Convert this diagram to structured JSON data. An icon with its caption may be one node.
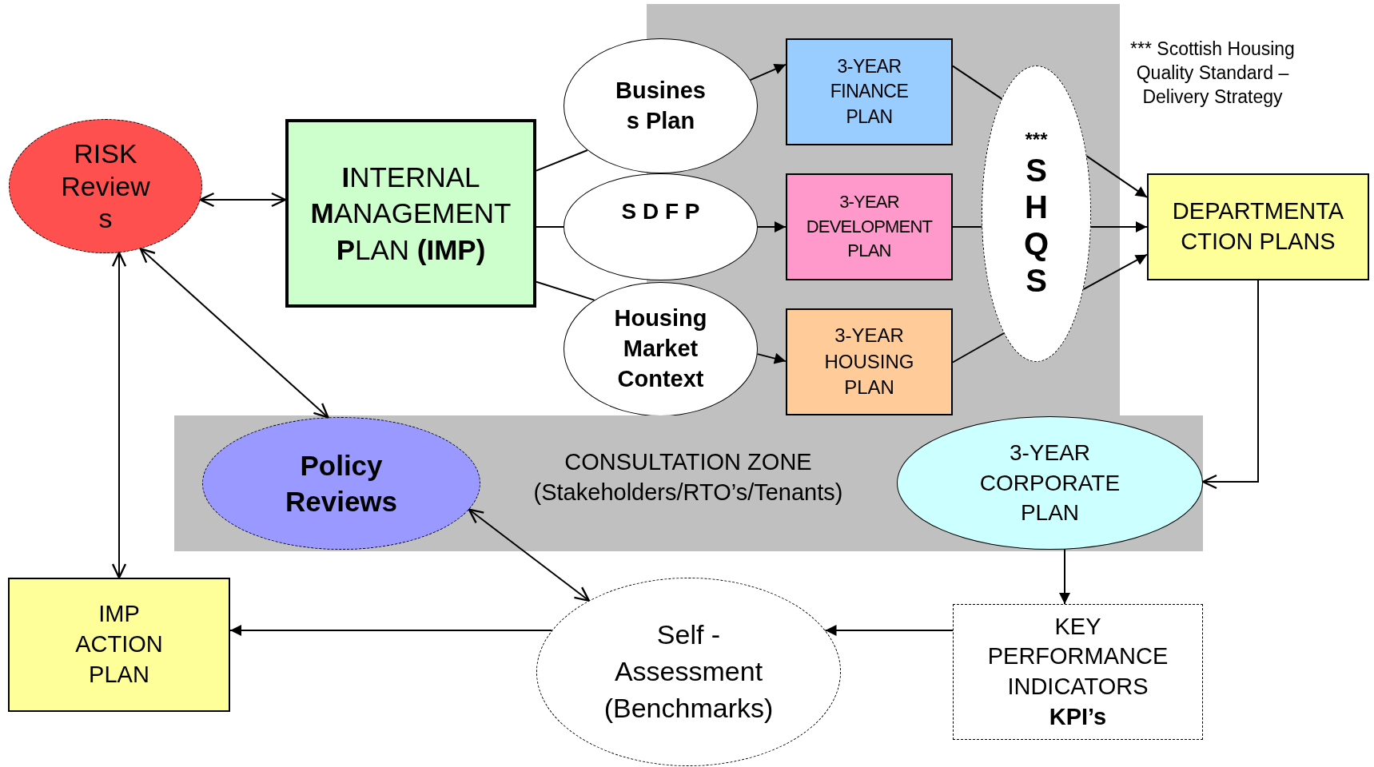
{
  "diagram": {
    "nodes": [
      {
        "text": [
          "RISK Review s"
        ]
      },
      {
        "text": [
          "**I**NTERNAL **M**ANAGEMENT **P**LAN **(IMP)**"
        ]
      },
      {
        "text": [
          "Busines s Plan"
        ]
      },
      {
        "text": [
          "S D F P"
        ]
      },
      {
        "text": [
          "Housing Market Context"
        ]
      },
      {
        "text": [
          "3-YEAR FINANCE PLAN"
        ]
      },
      {
        "text": [
          "3-YEAR DEVELOPMENT PLAN"
        ]
      },
      {
        "text": [
          "3-YEAR HOUSING PLAN"
        ]
      },
      {
        "text": [
          "***",
          "SHQS"
        ]
      },
      {
        "text": [
          "DEPARTMENTA CTION PLANS"
        ]
      },
      {
        "text": [
          "CONSULTATION ZONE (Stakeholders/RTO’s/Tenants)"
        ]
      },
      {
        "text": [
          "Policy Reviews"
        ],
        "in": 10
      },
      {
        "text": [
          "3-YEAR CORPORATE PLAN"
        ],
        "in": 10
      },
      {
        "text": [
          "KEY PERFORMANCE INDICATORS **KPI’s**"
        ]
      },
      {
        "text": [
          "Self - Assessment (Benchmarks)"
        ]
      },
      {
        "text": [
          "IMP ACTION PLAN"
        ]
      }
    ],
    "edges": [
      {
        "from": 0,
        "to": 1,
        "arrow": "both"
      },
      {
        "from": 1,
        "to": 2,
        "arrow": "none"
      },
      {
        "from": 1,
        "to": 3,
        "arrow": "none"
      },
      {
        "from": 1,
        "to": 4,
        "arrow": "none"
      },
      {
        "from": 2,
        "to": 5,
        "arrow": "to"
      },
      {
        "from": 3,
        "to": 6,
        "arrow": "to"
      },
      {
        "from": 4,
        "to": 7,
        "arrow": "to"
      },
      {
        "from": 5,
        "to": 8,
        "arrow": "none"
      },
      {
        "from": 6,
        "to": 8,
        "arrow": "none"
      },
      {
        "from": 7,
        "to": 8,
        "arrow": "none"
      },
      {
        "from": 8,
        "to": 9,
        "arrow": "to"
      },
      {
        "from": 8,
        "to": 9,
        "arrow": "to"
      },
      {
        "from": 8,
        "to": 9,
        "arrow": "to"
      },
      {
        "from": 9,
        "to": 12,
        "arrow": "to"
      },
      {
        "from": 12,
        "to": 13,
        "arrow": "to"
      },
      {
        "from": 13,
        "to": 14,
        "arrow": "to"
      },
      {
        "from": 14,
        "to": 15,
        "arrow": "to"
      },
      {
        "from": 11,
        "to": 14,
        "arrow": "both"
      },
      {
        "from": 0,
        "to": 11,
        "arrow": "both"
      },
      {
        "from": 0,
        "to": 15,
        "arrow": "both"
      }
    ],
    "labels": [
      "*** Scottish Housing Quality Standard – Delivery Strategy"
    ]
  }
}
